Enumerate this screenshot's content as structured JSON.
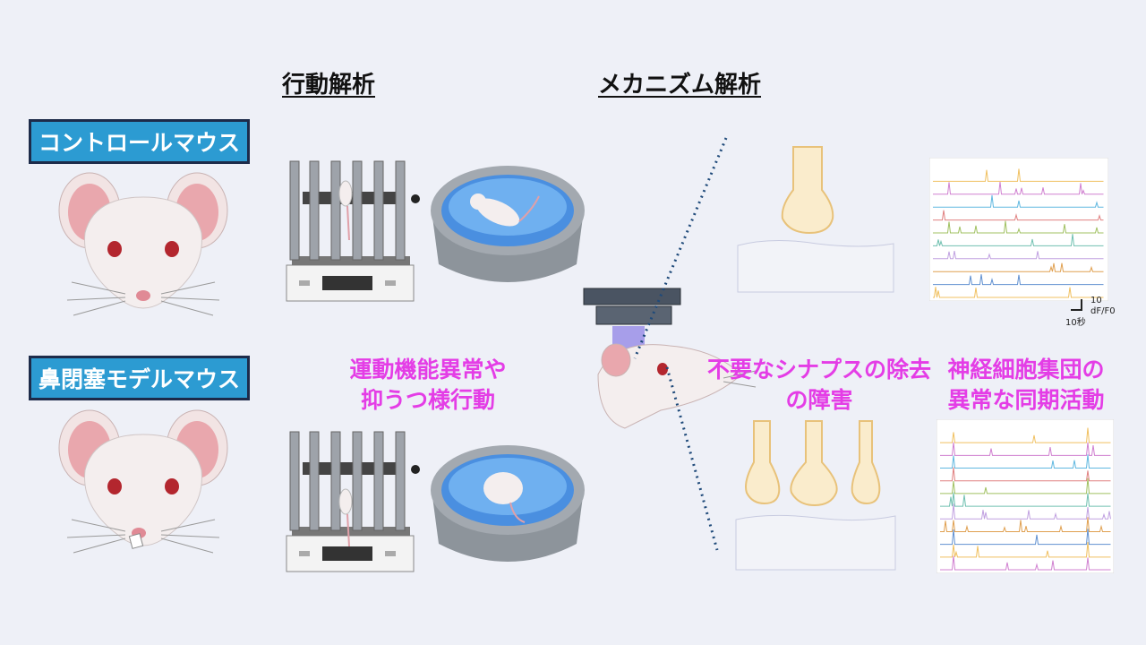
{
  "headings": {
    "behavior": "行動解析",
    "mechanism": "メカニズム解析"
  },
  "groups": {
    "control": "コントロールマウス",
    "model": "鼻閉塞モデルマウス"
  },
  "findings": {
    "behavior_line1": "運動機能異常や",
    "behavior_line2": "抑うつ様行動",
    "synapse_line1": "不要なシナプスの除去",
    "synapse_line2": "の障害",
    "network_line1": "神経細胞集団の",
    "network_line2": "異常な同期活動"
  },
  "scale_bar": {
    "vertical": "10",
    "vertical_unit": "dF/F0",
    "horizontal": "10秒"
  },
  "colors": {
    "label_bg": "#2c9bd2",
    "highlight": "#e43de6",
    "dotted_line": "#1f4a7a"
  }
}
